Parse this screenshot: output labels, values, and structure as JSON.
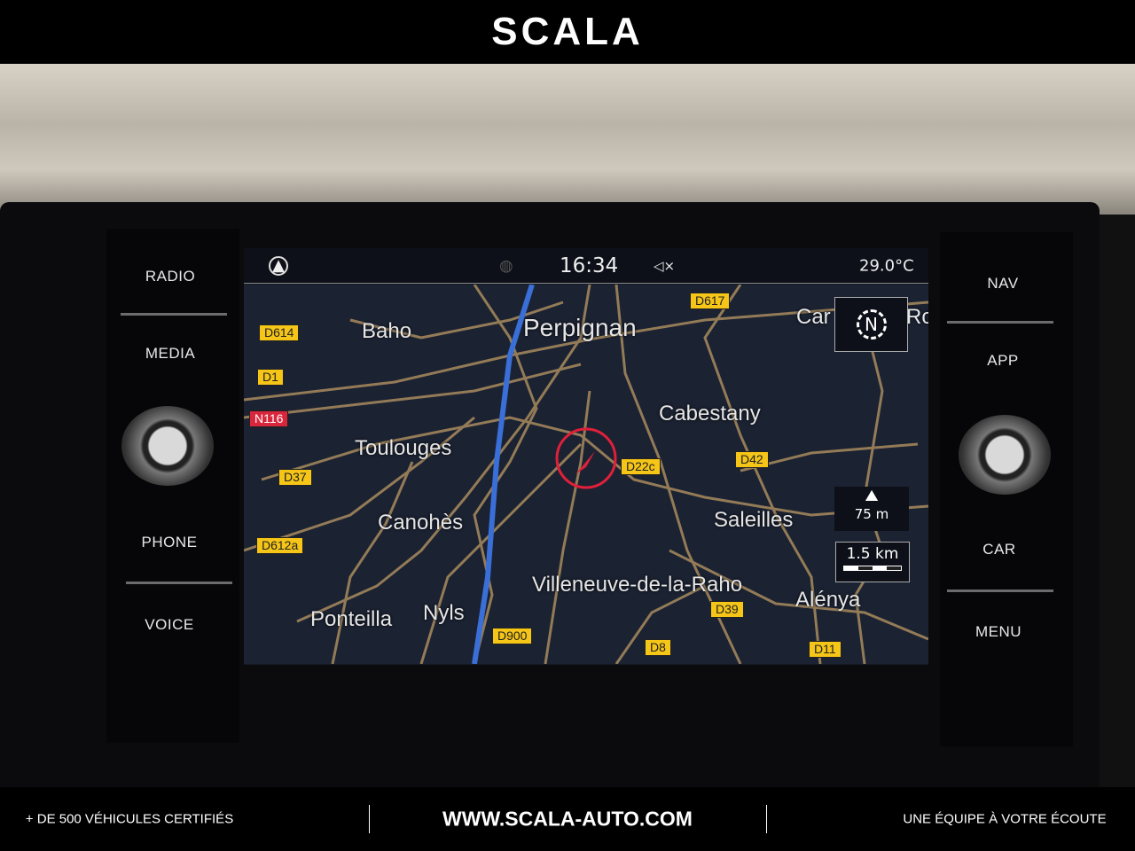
{
  "banner": {
    "logo": "SCALA",
    "left_text": "+ DE 500 VÉHICULES CERTIFIÉS",
    "center_text": "WWW.SCALA-AUTO.COM",
    "right_text": "UNE ÉQUIPE À VOTRE ÉCOUTE"
  },
  "left_buttons": [
    "RADIO",
    "MEDIA",
    "PHONE",
    "VOICE"
  ],
  "right_buttons": [
    "NAV",
    "APP",
    "CAR",
    "MENU"
  ],
  "status": {
    "time": "16:34",
    "temperature": "29.0°C",
    "icons": [
      "compass-icon",
      "globe-icon",
      "speaker-muted-icon"
    ]
  },
  "map": {
    "places": [
      "Perpignan",
      "Baho",
      "Cabestany",
      "Toulouges",
      "Canohès",
      "Saleilles",
      "Villeneuve-de-la-Raho",
      "Ponteilla",
      "Nyls",
      "Car",
      "Ro",
      "Alénya"
    ],
    "roads": [
      "D614",
      "D1",
      "N116",
      "D37",
      "D612a",
      "D617",
      "D22c",
      "D42",
      "D39",
      "D900",
      "D8",
      "D11"
    ],
    "north_label": "N",
    "elevation": "75 m",
    "scale": "1.5 km",
    "colors": {
      "road": "#c8a36a",
      "route": "#3a6fd8",
      "position": "#e0203a",
      "background": "#1b2232"
    }
  }
}
